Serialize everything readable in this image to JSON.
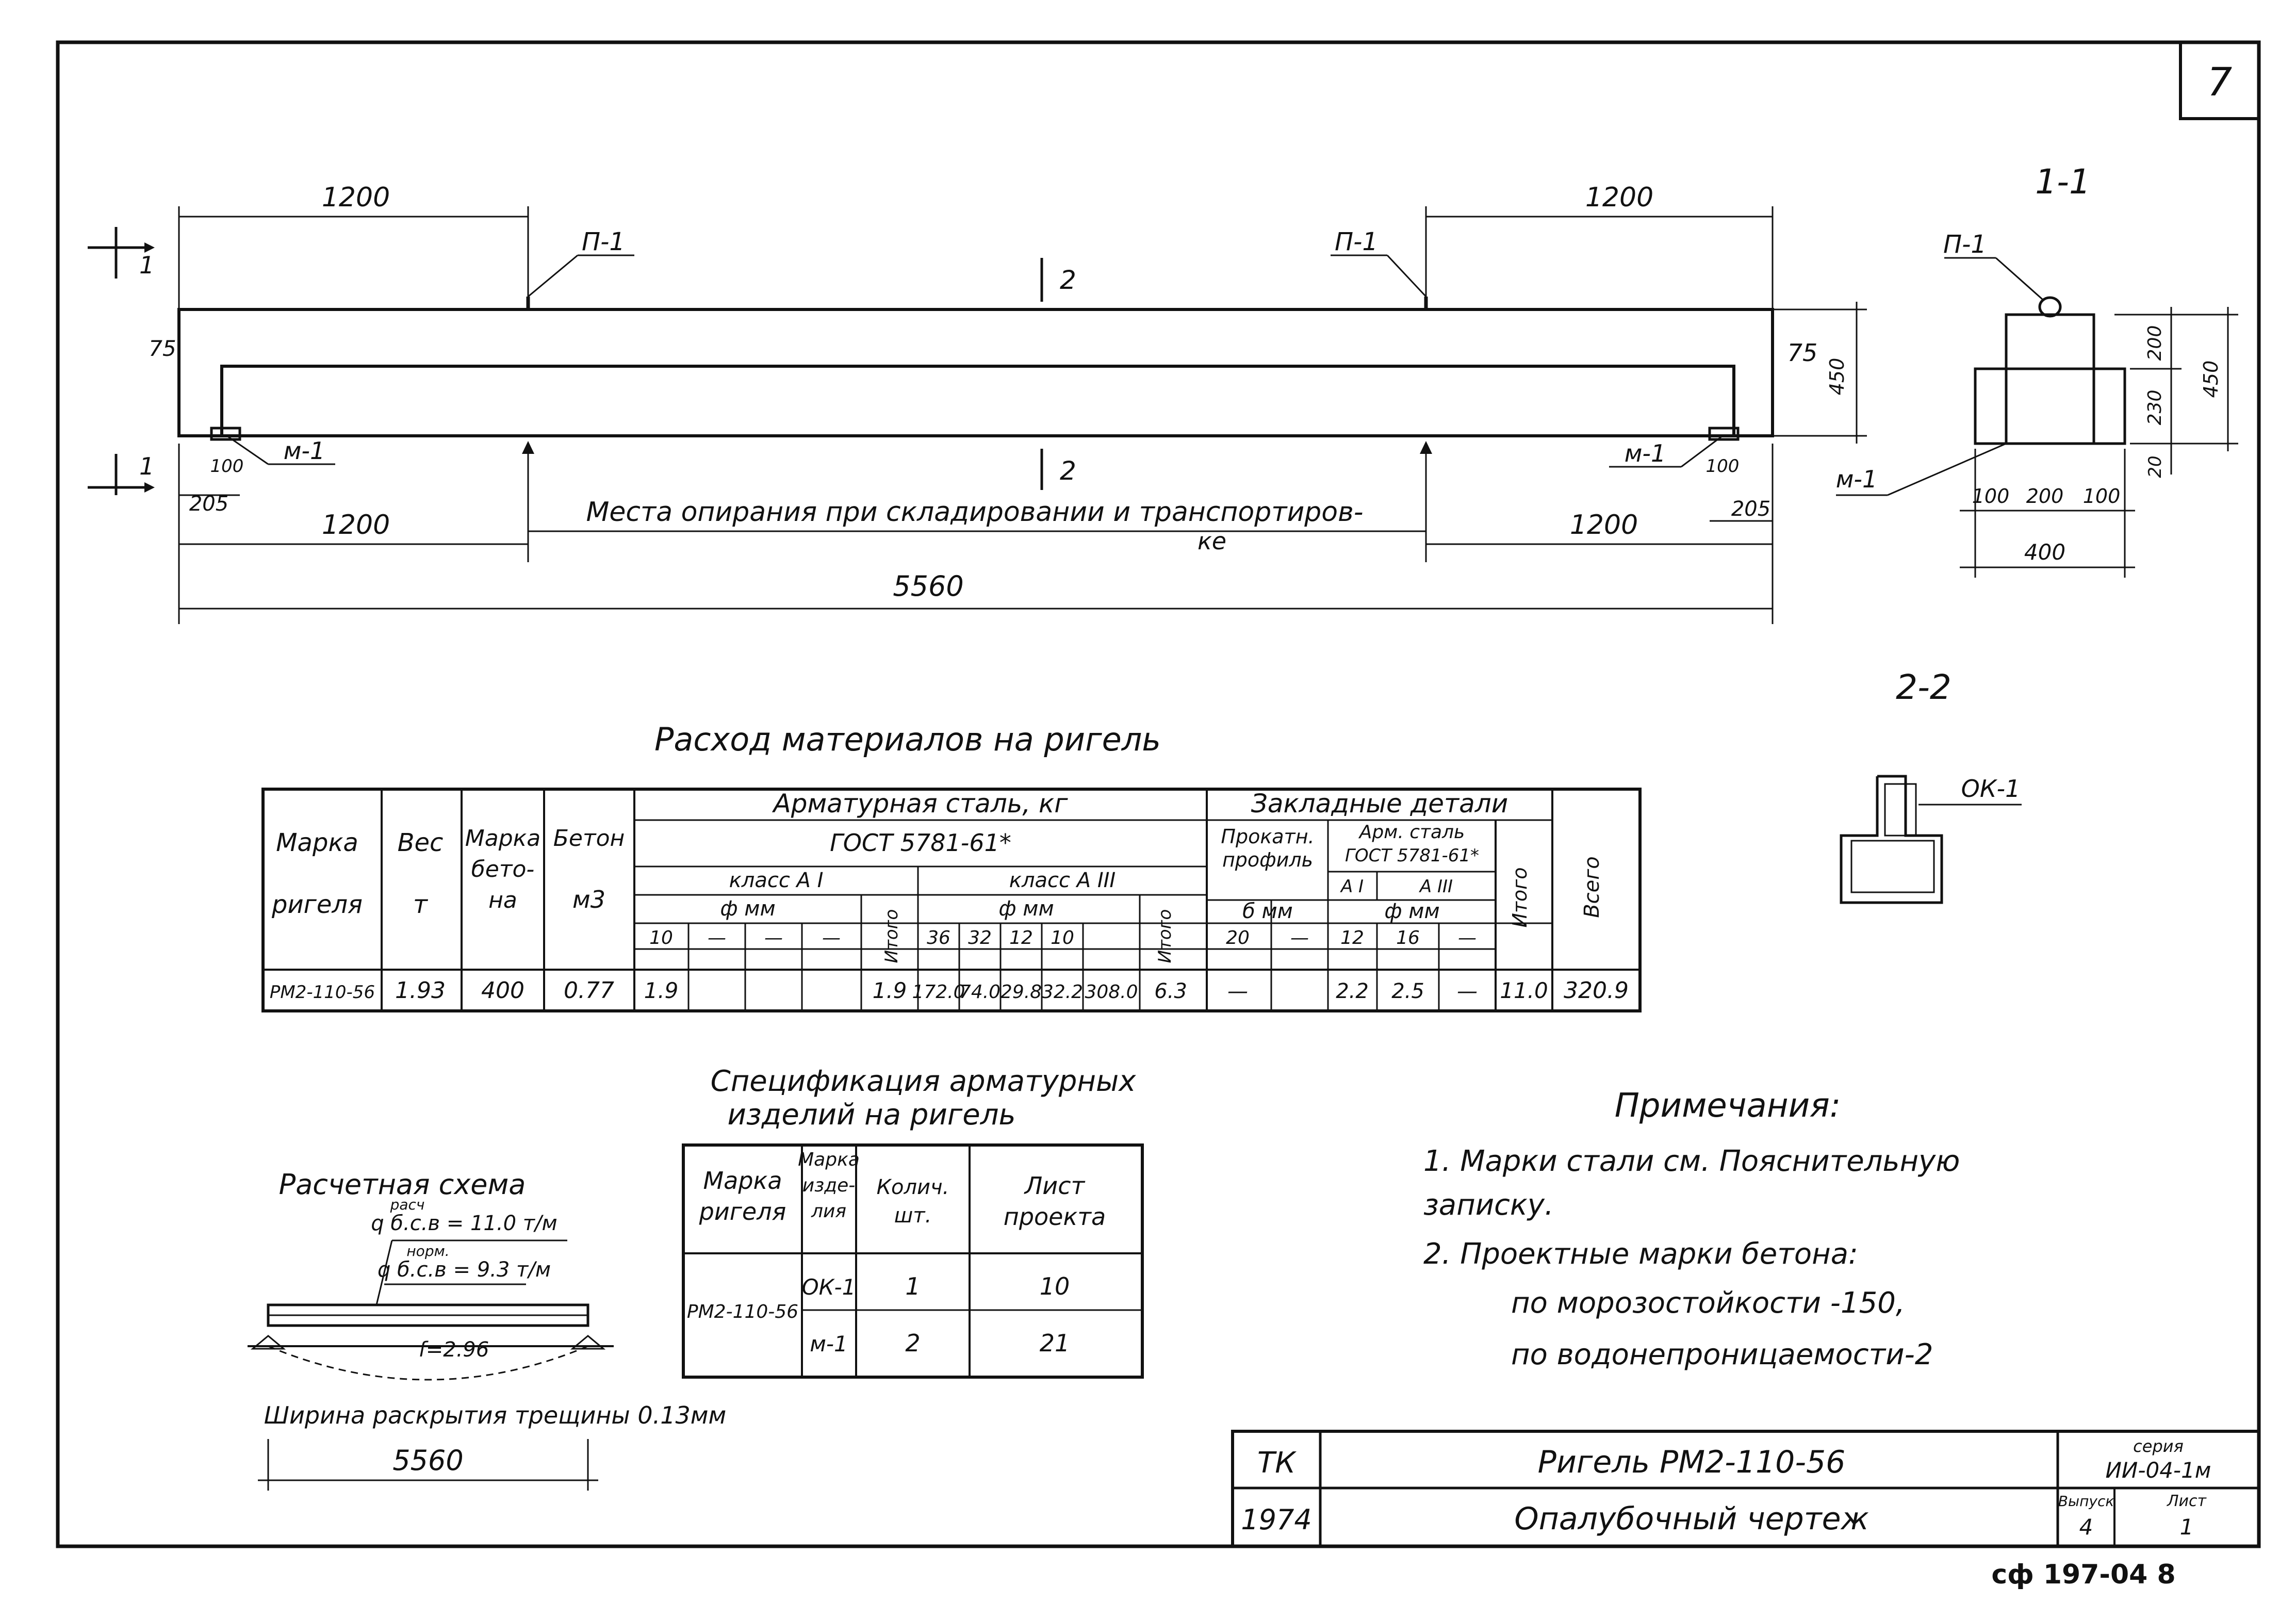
{
  "sheet_number": "7",
  "beam_elevation": {
    "dims": {
      "left_top": "1200",
      "right_top": "1200",
      "left_bottom": "1200",
      "right_bottom": "1200",
      "total": "5560",
      "edge_left": "75",
      "edge_right": "75",
      "bolt_100_left": "100",
      "bolt_205_left": "205",
      "bolt_100_right": "100",
      "bolt_205_right": "205",
      "height": "450"
    },
    "labels": {
      "p1_left": "П-1",
      "p1_right": "П-1",
      "m1_left": "м-1",
      "m1_right": "м-1",
      "sec1": "1",
      "sec2": "2"
    },
    "support_note": "Места опирания при складировании и транспортиров-",
    "support_note_2": "ке"
  },
  "section_1_1": {
    "title": "1-1",
    "p1": "П-1",
    "m1": "м-1",
    "dims_right": [
      "200",
      "230",
      "20"
    ],
    "dim_total": "450",
    "dims_bottom": [
      "100",
      "200",
      "100"
    ],
    "dim_bottom_total": "400"
  },
  "section_2_2": {
    "title": "2-2",
    "label": "ОК-1"
  },
  "materials": {
    "title": "Расход материалов на ригель",
    "headers": {
      "marka_rigelya": "Марка ригеля",
      "marka_line1": "Марка",
      "marka_line2": "ригеля",
      "ves": "Вес",
      "ves_unit": "т",
      "marka_betona_1": "Марка",
      "marka_betona_2": "бето-",
      "marka_betona_3": "на",
      "beton": "Бетон",
      "beton_unit": "м3",
      "arm_steel": "Арматурная сталь, кг",
      "gost": "ГОСТ 5781-61*",
      "class_a1": "класс А I",
      "class_a3": "класс А III",
      "phi_mm": "ф мм",
      "itogo": "Итого",
      "zakl": "Закладные детали",
      "prokat_1": "Прокатн.",
      "prokat_2": "профиль",
      "arm_stal": "Арм. сталь",
      "gost2": "ГОСТ 5781-61*",
      "a1": "А I",
      "a3": "А III",
      "b_mm": "б мм",
      "vsego": "Всего"
    },
    "subcols": [
      "10",
      "—",
      "—",
      "—",
      "36",
      "32",
      "12",
      "10",
      "20",
      "—",
      "12",
      "16",
      "—"
    ],
    "row": [
      "РМ2-110-56",
      "1.93",
      "400",
      "0.77",
      "1.9",
      "",
      "",
      "",
      "1.9",
      "172.0",
      "74.0",
      "29.8",
      "32.2",
      "308.0",
      "6.3",
      "—",
      "2.2",
      "2.5",
      "—",
      "11.0",
      "320.9"
    ]
  },
  "spec": {
    "title_1": "Спецификация арматурных",
    "title_2": "изделий на ригель",
    "headers": [
      "Марка ригеля",
      "Марка изде- лия",
      "Колич. шт.",
      "Лист проекта"
    ],
    "row_label": "РМ2-110-56",
    "rows": [
      [
        "ОК-1",
        "1",
        "10"
      ],
      [
        "м-1",
        "2",
        "21"
      ]
    ]
  },
  "calc": {
    "title": "Расчетная схема",
    "q_calc": "q б.с.в = 11.0 т/м",
    "q_calc_sup": "расч",
    "q_norm": "q б.с.в = 9.3 т/м",
    "q_norm_sup": "норм.",
    "deflection": "f=2.96",
    "crack": "Ширина раскрытия трещины 0.13мм",
    "span": "5560"
  },
  "notes": {
    "title": "Примечания:",
    "items": [
      "1. Марки стали см. Пояснительную",
      "записку.",
      "2. Проектные марки бетона:",
      "по морозостойкости -150,",
      "по водонепроницаемости-2"
    ]
  },
  "title_block": {
    "org": "ТК",
    "year": "1974",
    "name": "Ригель РМ2-110-56",
    "subtitle": "Опалубочный чертеж",
    "series_label": "серия",
    "series": "ИИ-04-1м",
    "issue_label": "Выпуск",
    "issue": "4",
    "sheet_label": "Лист",
    "sheet": "1"
  },
  "stamp": "сф 197-04 8"
}
